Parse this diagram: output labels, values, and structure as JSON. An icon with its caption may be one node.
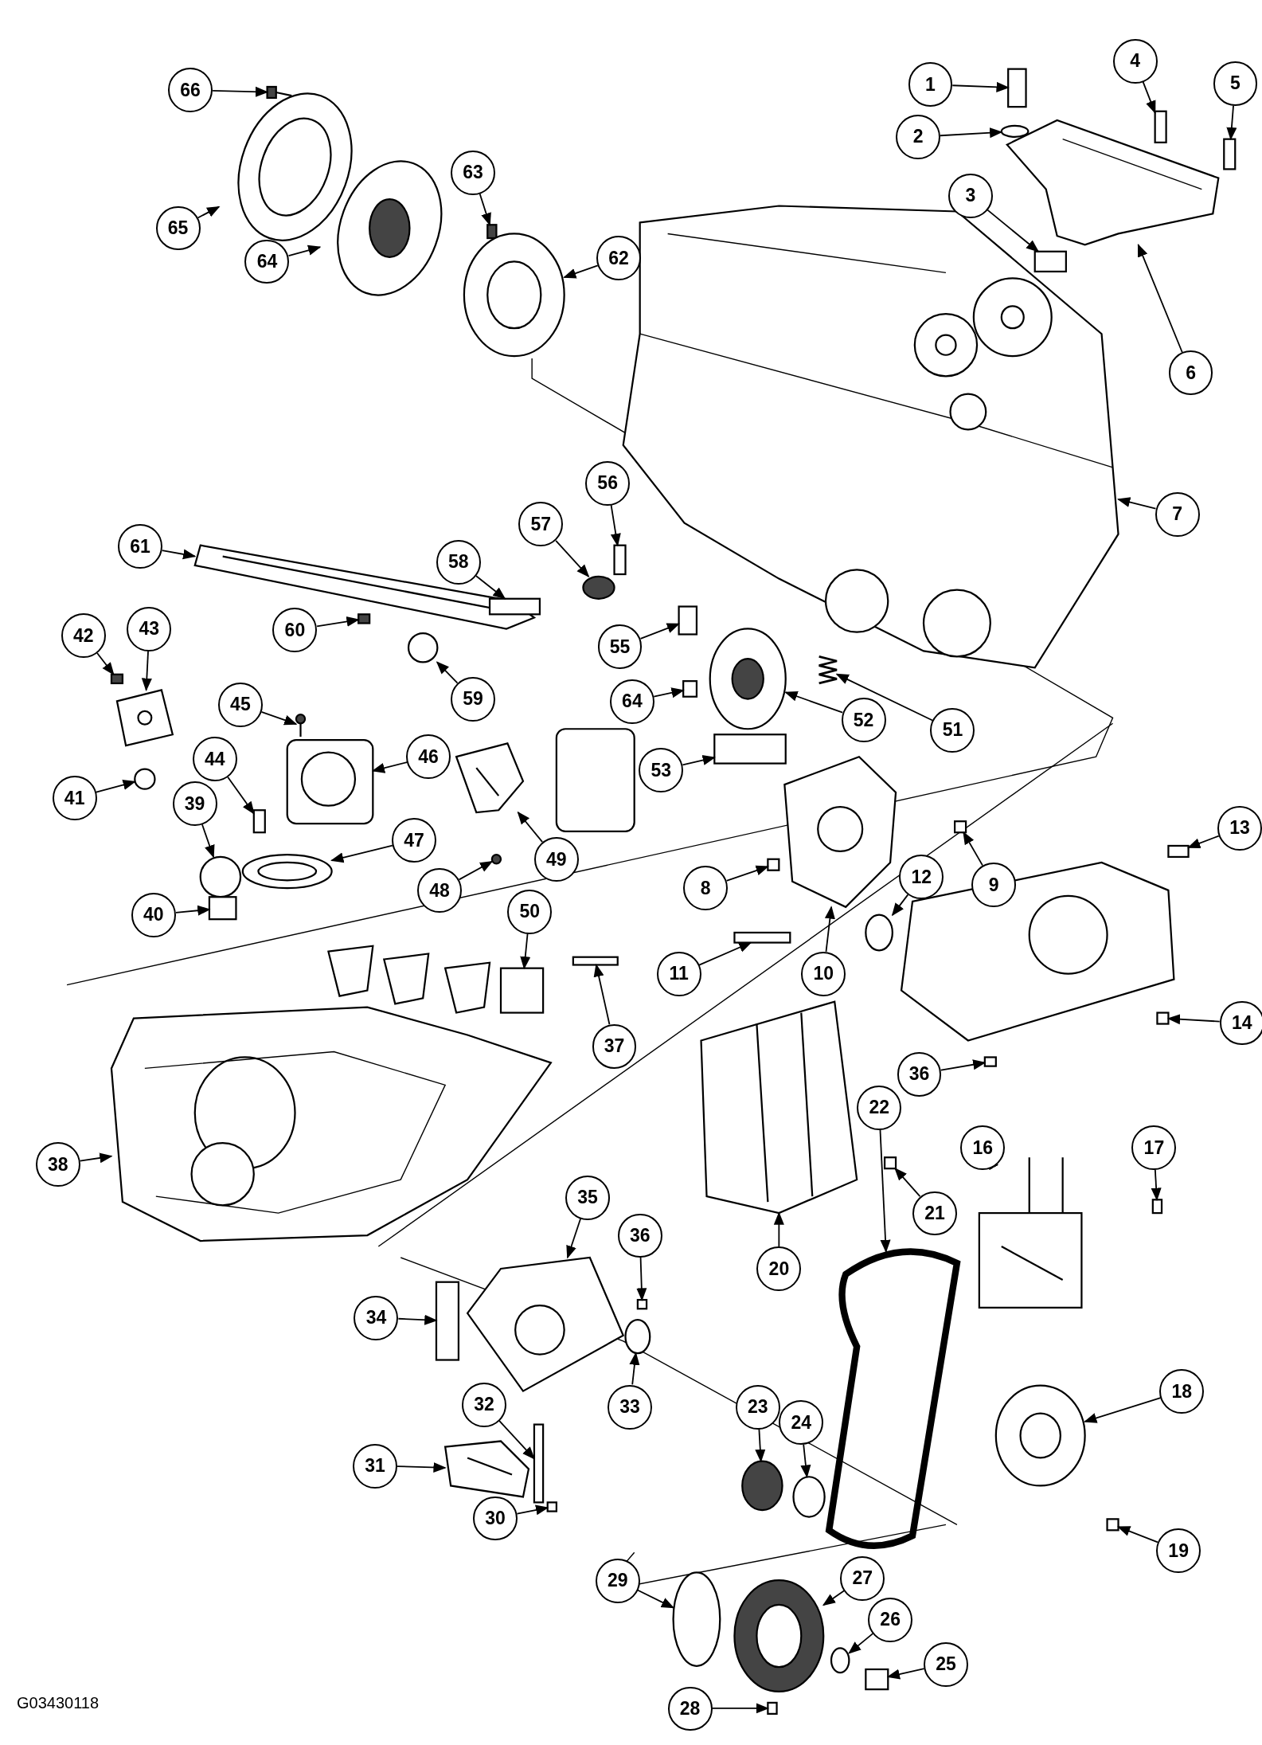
{
  "diagram": {
    "nodes": [
      {
        "text": [
          "1"
        ]
      },
      {
        "text": [
          "4"
        ]
      },
      {
        "text": [
          "66"
        ]
      },
      {
        "text": [
          "5"
        ]
      },
      {
        "text": [
          "2"
        ]
      },
      {
        "text": [
          "63"
        ]
      },
      {
        "text": [
          "3"
        ]
      },
      {
        "text": [
          "65"
        ]
      },
      {
        "text": [
          "64"
        ]
      },
      {
        "text": [
          "62"
        ]
      },
      {
        "text": [
          "6"
        ]
      },
      {
        "text": [
          "56"
        ]
      },
      {
        "text": [
          "7"
        ]
      },
      {
        "text": [
          "57"
        ]
      },
      {
        "text": [
          "61"
        ]
      },
      {
        "text": [
          "58"
        ]
      },
      {
        "text": [
          "42"
        ]
      },
      {
        "text": [
          "43"
        ]
      },
      {
        "text": [
          "60"
        ]
      },
      {
        "text": [
          "55"
        ]
      },
      {
        "text": [
          "59"
        ]
      },
      {
        "text": [
          "64"
        ]
      },
      {
        "text": [
          "45"
        ]
      },
      {
        "text": [
          "52"
        ]
      },
      {
        "text": [
          "51"
        ]
      },
      {
        "text": [
          "46"
        ]
      },
      {
        "text": [
          "44"
        ]
      },
      {
        "text": [
          "53"
        ]
      },
      {
        "text": [
          "41"
        ]
      },
      {
        "text": [
          "49"
        ]
      },
      {
        "text": [
          "13"
        ]
      },
      {
        "text": [
          "39"
        ]
      },
      {
        "text": [
          "47"
        ]
      },
      {
        "text": [
          "12"
        ]
      },
      {
        "text": [
          "9"
        ]
      },
      {
        "text": [
          "8"
        ]
      },
      {
        "text": [
          "48"
        ]
      },
      {
        "text": [
          "40"
        ]
      },
      {
        "text": [
          "50"
        ]
      },
      {
        "text": [
          "10"
        ]
      },
      {
        "text": [
          "11"
        ]
      },
      {
        "text": [
          "14"
        ]
      },
      {
        "text": [
          "37"
        ]
      },
      {
        "text": [
          "36"
        ]
      },
      {
        "text": [
          "16"
        ]
      },
      {
        "text": [
          "17"
        ]
      },
      {
        "text": [
          "38"
        ]
      },
      {
        "text": [
          "22"
        ]
      },
      {
        "text": [
          "35"
        ]
      },
      {
        "text": [
          "21"
        ]
      },
      {
        "text": [
          "20"
        ]
      },
      {
        "text": [
          "36"
        ]
      },
      {
        "text": [
          "34"
        ]
      },
      {
        "text": [
          "18"
        ]
      },
      {
        "text": [
          "32"
        ]
      },
      {
        "text": [
          "23"
        ]
      },
      {
        "text": [
          "33"
        ]
      },
      {
        "text": [
          "24"
        ]
      },
      {
        "text": [
          "31"
        ]
      },
      {
        "text": [
          "30"
        ]
      },
      {
        "text": [
          "27"
        ]
      },
      {
        "text": [
          "19"
        ]
      },
      {
        "text": [
          "29"
        ]
      },
      {
        "text": [
          "26"
        ]
      },
      {
        "text": [
          "25"
        ]
      },
      {
        "text": [
          "28"
        ]
      },
      {
        "text": [],
        "shape": "box"
      },
      {
        "text": [],
        "shape": "box"
      },
      {
        "text": [],
        "shape": "picture"
      },
      {
        "text": [],
        "shape": "box"
      },
      {
        "text": [],
        "shape": "circle"
      },
      {
        "text": [],
        "shape": "box"
      },
      {
        "text": [],
        "shape": "box"
      },
      {
        "text": [],
        "shape": "picture"
      },
      {
        "text": [],
        "shape": "picture"
      },
      {
        "text": [],
        "shape": "picture"
      },
      {
        "text": [],
        "shape": "picture"
      },
      {
        "text": [],
        "shape": "box"
      },
      {
        "text": [],
        "shape": "picture"
      },
      {
        "text": [],
        "shape": "circle"
      },
      {
        "text": [],
        "shape": "picture"
      },
      {
        "text": [],
        "shape": "box"
      },
      {
        "text": [],
        "shape": "box"
      },
      {
        "text": [],
        "shape": "picture"
      },
      {
        "text": [],
        "shape": "box"
      },
      {
        "text": [],
        "shape": "box"
      },
      {
        "text": [],
        "shape": "circle"
      },
      {
        "text": [],
        "shape": "box"
      },
      {
        "text": [],
        "shape": "picture"
      },
      {
        "text": [],
        "shape": "picture"
      },
      {
        "text": [],
        "shape": "picture"
      },
      {
        "text": [],
        "shape": "picture"
      },
      {
        "text": [],
        "shape": "box"
      },
      {
        "text": [],
        "shape": "box"
      },
      {
        "text": [],
        "shape": "circle"
      },
      {
        "text": [],
        "shape": "picture"
      },
      {
        "text": [],
        "shape": "box"
      },
      {
        "text": [],
        "shape": "circle"
      },
      {
        "text": [],
        "shape": "picture"
      },
      {
        "text": [],
        "shape": "circle"
      },
      {
        "text": [],
        "shape": "box"
      },
      {
        "text": [],
        "shape": "box"
      },
      {
        "text": [],
        "shape": "circle"
      },
      {
        "text": [],
        "shape": "box"
      },
      {
        "text": [],
        "shape": "box"
      },
      {
        "text": [],
        "shape": "picture"
      },
      {
        "text": [],
        "shape": "box"
      },
      {
        "text": [],
        "shape": "box"
      },
      {
        "text": [],
        "shape": "box"
      },
      {
        "text": [],
        "shape": "box"
      },
      {
        "text": [],
        "shape": "picture"
      },
      {
        "text": [],
        "shape": "box"
      },
      {
        "text": [],
        "shape": "picture"
      },
      {
        "text": [],
        "shape": "picture"
      },
      {
        "text": [],
        "shape": "picture"
      },
      {
        "text": [],
        "shape": "box"
      },
      {
        "text": [],
        "shape": "picture"
      },
      {
        "text": [],
        "shape": "box"
      },
      {
        "text": [],
        "shape": "box"
      },
      {
        "text": [],
        "shape": "picture"
      },
      {
        "text": [],
        "shape": "box"
      },
      {
        "text": [],
        "shape": "circle"
      },
      {
        "text": [],
        "shape": "circle"
      },
      {
        "text": [],
        "shape": "circle"
      },
      {
        "text": [],
        "shape": "picture"
      },
      {
        "text": [],
        "shape": "box"
      },
      {
        "text": [],
        "shape": "picture"
      },
      {
        "text": [],
        "shape": "box"
      },
      {
        "text": [],
        "shape": "circle"
      },
      {
        "text": [],
        "shape": "circle"
      },
      {
        "text": [],
        "shape": "box"
      },
      {
        "text": [],
        "shape": "box"
      }
    ],
    "edges": [
      {
        "from": 0,
        "to": 66,
        "arrow": "to"
      },
      {
        "from": 1,
        "to": 67,
        "arrow": "to"
      },
      {
        "from": 2,
        "to": 68,
        "arrow": "to"
      },
      {
        "from": 3,
        "to": 69,
        "arrow": "to"
      },
      {
        "from": 4,
        "to": 70,
        "arrow": "to"
      },
      {
        "from": 5,
        "to": 71,
        "arrow": "to"
      },
      {
        "from": 6,
        "to": 72,
        "arrow": "to"
      },
      {
        "from": 7,
        "to": 73,
        "arrow": "to"
      },
      {
        "from": 8,
        "to": 74,
        "arrow": "to"
      },
      {
        "from": 9,
        "to": 75,
        "arrow": "to"
      },
      {
        "from": 10,
        "to": 76,
        "arrow": "to"
      },
      {
        "from": 11,
        "to": 77,
        "arrow": "to"
      },
      {
        "from": 12,
        "to": 78,
        "arrow": "to"
      },
      {
        "from": 13,
        "to": 79,
        "arrow": "to"
      },
      {
        "from": 14,
        "to": 80,
        "arrow": "to"
      },
      {
        "from": 15,
        "to": 81,
        "arrow": "to"
      },
      {
        "from": 16,
        "to": 82,
        "arrow": "to"
      },
      {
        "from": 17,
        "to": 83,
        "arrow": "to"
      },
      {
        "from": 18,
        "to": 84,
        "arrow": "to"
      },
      {
        "from": 19,
        "to": 85,
        "arrow": "to"
      },
      {
        "from": 20,
        "to": 86,
        "arrow": "to"
      },
      {
        "from": 21,
        "to": 87,
        "arrow": "to"
      },
      {
        "from": 22,
        "to": 88,
        "arrow": "to"
      },
      {
        "from": 23,
        "to": 89,
        "arrow": "to"
      },
      {
        "from": 24,
        "to": 90,
        "arrow": "to"
      },
      {
        "from": 25,
        "to": 91,
        "arrow": "to"
      },
      {
        "from": 26,
        "to": 92,
        "arrow": "to"
      },
      {
        "from": 27,
        "to": 93,
        "arrow": "to"
      },
      {
        "from": 28,
        "to": 94,
        "arrow": "to"
      },
      {
        "from": 29,
        "to": 95,
        "arrow": "to"
      },
      {
        "from": 30,
        "to": 96,
        "arrow": "to"
      },
      {
        "from": 31,
        "to": 97,
        "arrow": "to"
      },
      {
        "from": 32,
        "to": 98,
        "arrow": "to"
      },
      {
        "from": 33,
        "to": 99,
        "arrow": "to"
      },
      {
        "from": 34,
        "to": 100,
        "arrow": "to"
      },
      {
        "from": 35,
        "to": 101,
        "arrow": "to"
      },
      {
        "from": 36,
        "to": 102,
        "arrow": "to"
      },
      {
        "from": 37,
        "to": 103,
        "arrow": "to"
      },
      {
        "from": 38,
        "to": 104,
        "arrow": "to"
      },
      {
        "from": 39,
        "to": 105,
        "arrow": "to"
      },
      {
        "from": 40,
        "to": 106,
        "arrow": "to"
      },
      {
        "from": 41,
        "to": 107,
        "arrow": "to"
      },
      {
        "from": 42,
        "to": 108,
        "arrow": "to"
      },
      {
        "from": 43,
        "to": 109,
        "arrow": "to"
      },
      {
        "from": 44,
        "to": 110,
        "arrow": "to"
      },
      {
        "from": 45,
        "to": 111,
        "arrow": "to"
      },
      {
        "from": 46,
        "to": 112,
        "arrow": "to"
      },
      {
        "from": 47,
        "to": 113,
        "arrow": "to"
      },
      {
        "from": 48,
        "to": 114,
        "arrow": "to"
      },
      {
        "from": 49,
        "to": 115,
        "arrow": "to"
      },
      {
        "from": 50,
        "to": 116,
        "arrow": "to"
      },
      {
        "from": 51,
        "to": 117,
        "arrow": "to"
      },
      {
        "from": 52,
        "to": 118,
        "arrow": "to"
      },
      {
        "from": 53,
        "to": 119,
        "arrow": "to"
      },
      {
        "from": 54,
        "to": 120,
        "arrow": "to"
      },
      {
        "from": 55,
        "to": 121,
        "arrow": "to"
      },
      {
        "from": 56,
        "to": 122,
        "arrow": "to"
      },
      {
        "from": 57,
        "to": 123,
        "arrow": "to"
      },
      {
        "from": 58,
        "to": 124,
        "arrow": "to"
      },
      {
        "from": 59,
        "to": 125,
        "arrow": "to"
      },
      {
        "from": 60,
        "to": 126,
        "arrow": "to"
      },
      {
        "from": 61,
        "to": 127,
        "arrow": "to"
      },
      {
        "from": 62,
        "to": 128,
        "arrow": "to"
      },
      {
        "from": 63,
        "to": 129,
        "arrow": "to"
      },
      {
        "from": 64,
        "to": 130,
        "arrow": "to"
      },
      {
        "from": 65,
        "to": 131,
        "arrow": "to"
      }
    ],
    "labels": [
      "G03430118"
    ]
  }
}
